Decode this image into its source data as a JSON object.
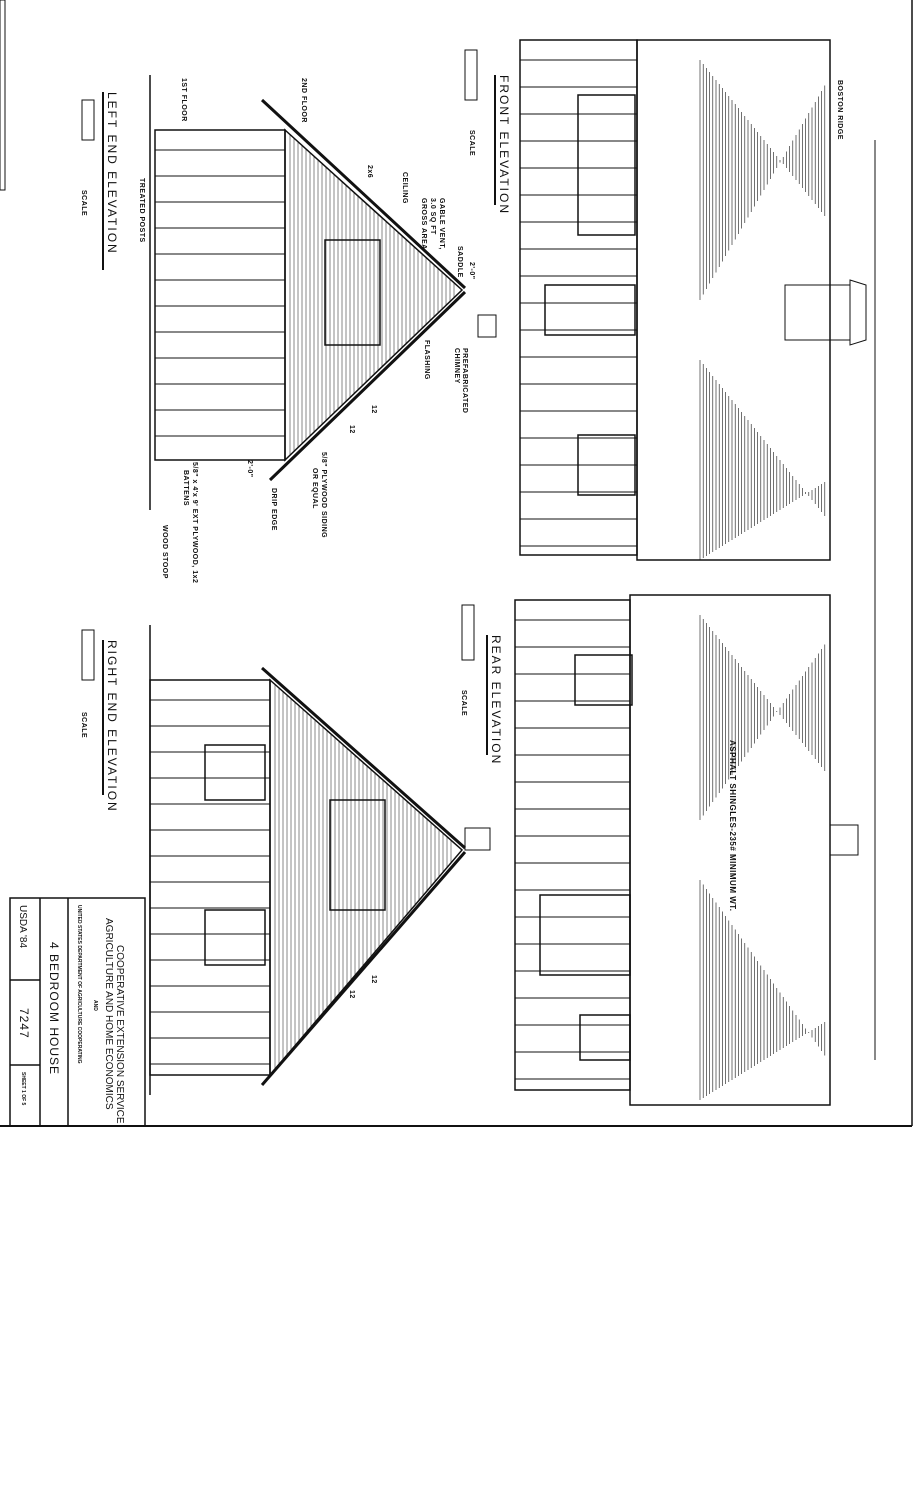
{
  "colors": {
    "ink": "#111111",
    "paper": "#ffffff"
  },
  "front_elevation": {
    "title": "FRONT ELEVATION",
    "scale": "SCALE",
    "ridge_label": "BOSTON RIDGE"
  },
  "rear_elevation": {
    "title": "REAR ELEVATION",
    "scale": "SCALE",
    "roof_label": "ASPHALT SHINGLES-235# MINIMUM WT."
  },
  "left_end_elevation": {
    "title": "LEFT END ELEVATION",
    "scale": "SCALE",
    "labels": {
      "first_floor": "1ST FLOOR",
      "second_floor": "2ND FLOOR",
      "treated_posts": "TREATED POSTS",
      "rafter": "2x6",
      "ceiling": "CEILING",
      "gable_vent_1": "GABLE VENT,",
      "gable_vent_2": "3.0 SQ FT",
      "gable_vent_3": "GROSS AREA",
      "saddle": "SADDLE",
      "chimney_dim": "2'-0\"",
      "chimney_1": "PREFABRICATED",
      "chimney_2": "CHIMNEY",
      "flashing": "FLASHING",
      "pitch_rise": "12",
      "pitch_run": "12",
      "siding_1": "5/8\" PLYWOOD SIDING",
      "siding_2": "OR EQUAL",
      "overhang_dim": "2'-0\"",
      "drip_edge": "DRIP EDGE",
      "batten_1": "5/8\" x 4'x 9' EXT PLYWOOD, 1x2",
      "batten_2": "BATTENS",
      "stoop": "WOOD STOOP"
    }
  },
  "right_end_elevation": {
    "title": "RIGHT END ELEVATION",
    "scale": "SCALE",
    "pitch_rise": "12",
    "pitch_run": "12"
  },
  "title_block": {
    "org_1": "COOPERATIVE EXTENSION SERVICE",
    "org_2": "AGRICULTURE AND HOME ECONOMICS",
    "and": "AND",
    "usda": "UNITED STATES DEPARTMENT OF AGRICULTURE COOPERATING",
    "plan_name": "4 BEDROOM HOUSE",
    "agency": "USDA '84",
    "plan_number": "7247",
    "sheet": "SHEET 1 OF 5"
  }
}
